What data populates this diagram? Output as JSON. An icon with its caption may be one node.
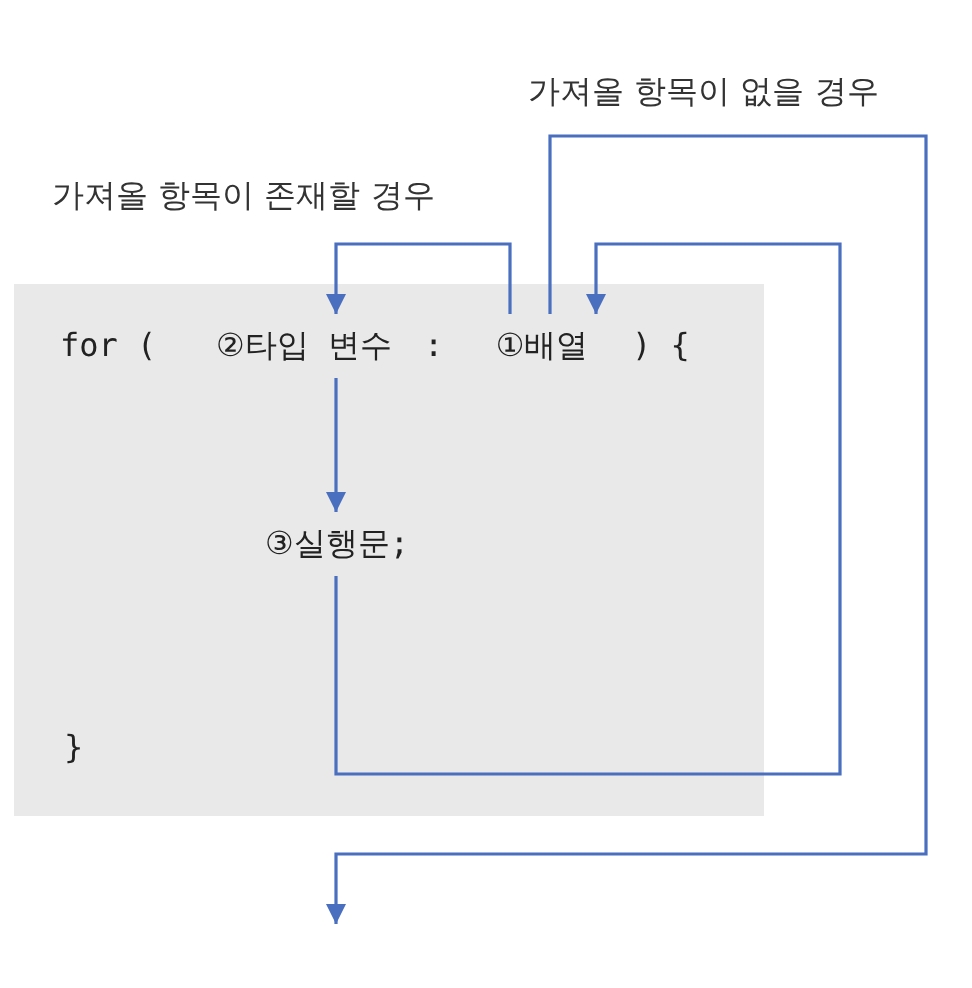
{
  "diagram": {
    "nodes": [
      {
        "text": [
          "for (",
          ":",
          ") {",
          "}"
        ]
      },
      {
        "text": [
          "②타입 변수"
        ],
        "in": 0
      },
      {
        "text": [
          "①배열"
        ],
        "in": 0
      },
      {
        "text": [
          "③실행문;"
        ],
        "in": 0
      }
    ],
    "edges": [
      {
        "from": 2,
        "to": 1,
        "arrow": "to",
        "label": "가져올 항목이 존재할 경우"
      },
      {
        "from": 1,
        "to": 3,
        "arrow": "to"
      },
      {
        "from": 3,
        "to": 2,
        "arrow": "to"
      },
      {
        "from": 2,
        "to": null,
        "arrow": "to",
        "label": "가져올 항목이 없을 경우"
      }
    ]
  }
}
